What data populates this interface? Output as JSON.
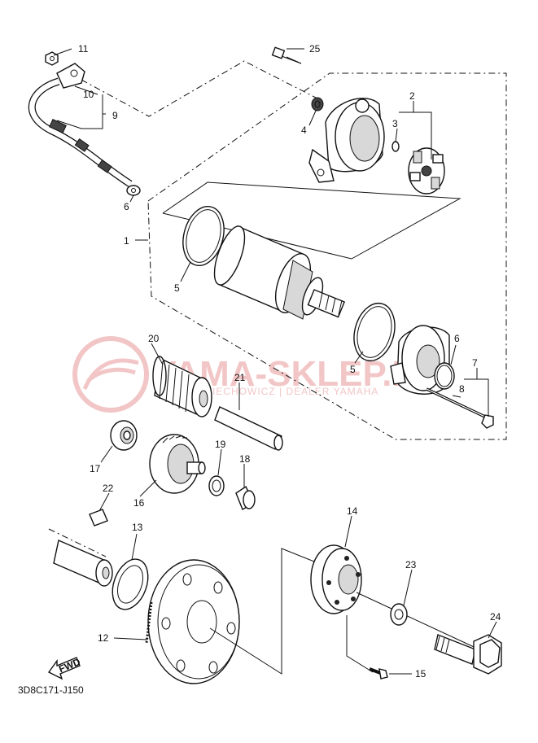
{
  "watermark": {
    "brand": "YAMA-SKLEP.PL",
    "dealer": "MIECHOWICZ | DEALER YAMAHA"
  },
  "fwd_label": "FWD",
  "diagram_code": "3D8C171-J150",
  "callouts": {
    "p1": "1",
    "p2": "2",
    "p3": "3",
    "p4": "4",
    "p5a": "5",
    "p5b": "5",
    "p6": "6",
    "p7": "7",
    "p8": "8",
    "p9": "9",
    "p10": "10",
    "p11": "11",
    "p12": "12",
    "p13": "13",
    "p14": "14",
    "p15": "15",
    "p16": "16",
    "p17": "17",
    "p18": "18",
    "p19": "19",
    "p20": "20",
    "p21": "21",
    "p22": "22",
    "p23": "23",
    "p24": "24",
    "p25": "25"
  }
}
